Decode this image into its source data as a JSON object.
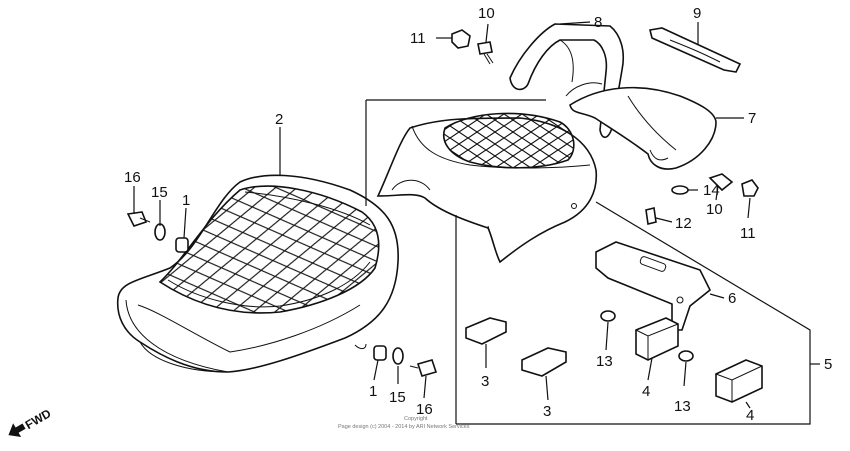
{
  "diagram": {
    "callouts": {
      "c1a": "1",
      "c1b": "1",
      "c2": "2",
      "c3a": "3",
      "c3b": "3",
      "c4a": "4",
      "c4b": "4",
      "c5": "5",
      "c6": "6",
      "c7": "7",
      "c8": "8",
      "c9": "9",
      "c10a": "10",
      "c10b": "10",
      "c11a": "11",
      "c11b": "11",
      "c12": "12",
      "c13a": "13",
      "c13b": "13",
      "c14": "14",
      "c15a": "15",
      "c15b": "15",
      "c16a": "16",
      "c16b": "16"
    },
    "fwd_label": "FWD",
    "copyright_line1": "Copyright",
    "copyright_line2": "Page design (c) 2004 - 2014 by ARI Network Services"
  }
}
